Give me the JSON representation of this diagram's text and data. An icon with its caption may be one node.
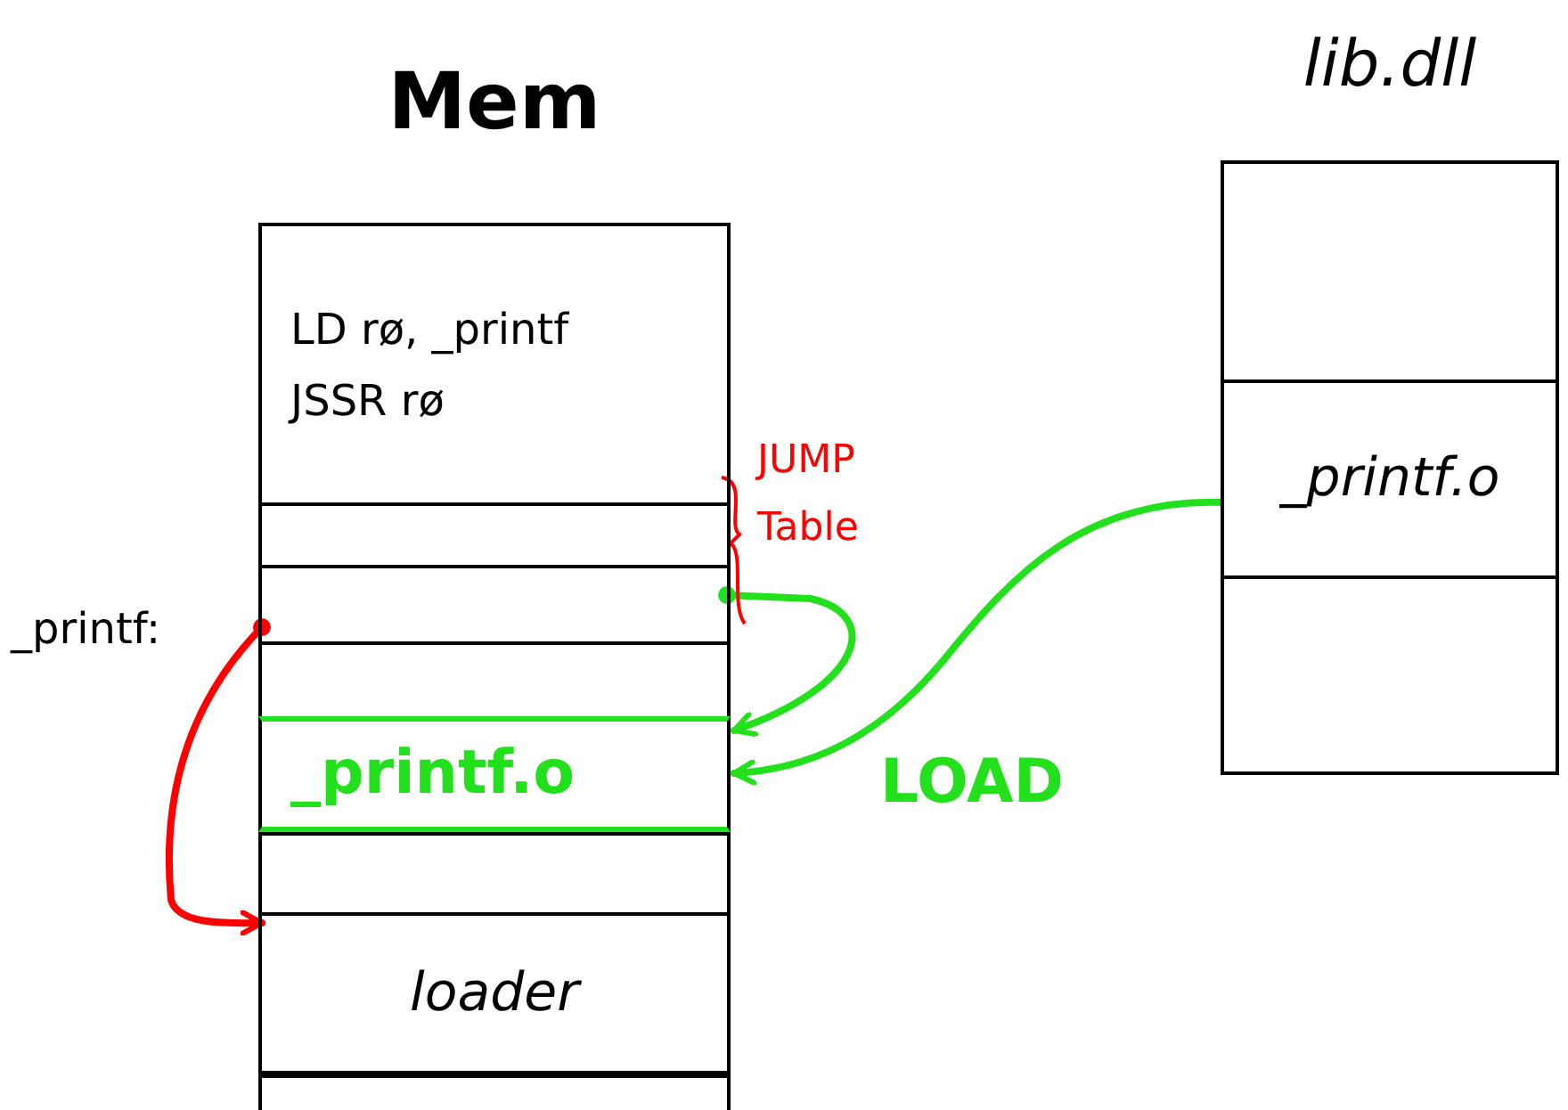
{
  "diagram": {
    "nodes": [
      {
        "text": [
          "Mem"
        ]
      },
      {
        "text": [
          "LD rø, _printf",
          "JSSR rø"
        ],
        "in": 0
      },
      {
        "text": [],
        "shape": "box",
        "in": 0
      },
      {
        "text": [],
        "shape": "box",
        "in": 0
      },
      {
        "text": [],
        "shape": "box",
        "in": 0
      },
      {
        "text": [
          "_printf.o"
        ],
        "in": 0
      },
      {
        "text": [],
        "shape": "box",
        "in": 0
      },
      {
        "text": [
          "loader"
        ],
        "in": 0
      },
      {
        "text": [],
        "shape": "box",
        "in": 0
      },
      {
        "text": [
          "lib.dll"
        ]
      },
      {
        "text": [],
        "shape": "box",
        "in": 9
      },
      {
        "text": [
          "_printf.o"
        ],
        "in": 9
      },
      {
        "text": [],
        "shape": "box",
        "in": 9
      }
    ],
    "edges": [
      {
        "from": 11,
        "to": 5,
        "arrow": "to",
        "label": "LOAD",
        "color": "#22e01c"
      },
      {
        "from": 3,
        "to": 5,
        "arrow": "to",
        "color": "#22e01c"
      },
      {
        "from": 3,
        "to": 7,
        "arrow": "to",
        "color": "#ff0000"
      }
    ],
    "labels": [
      "_printf:",
      "JUMP Table"
    ]
  }
}
